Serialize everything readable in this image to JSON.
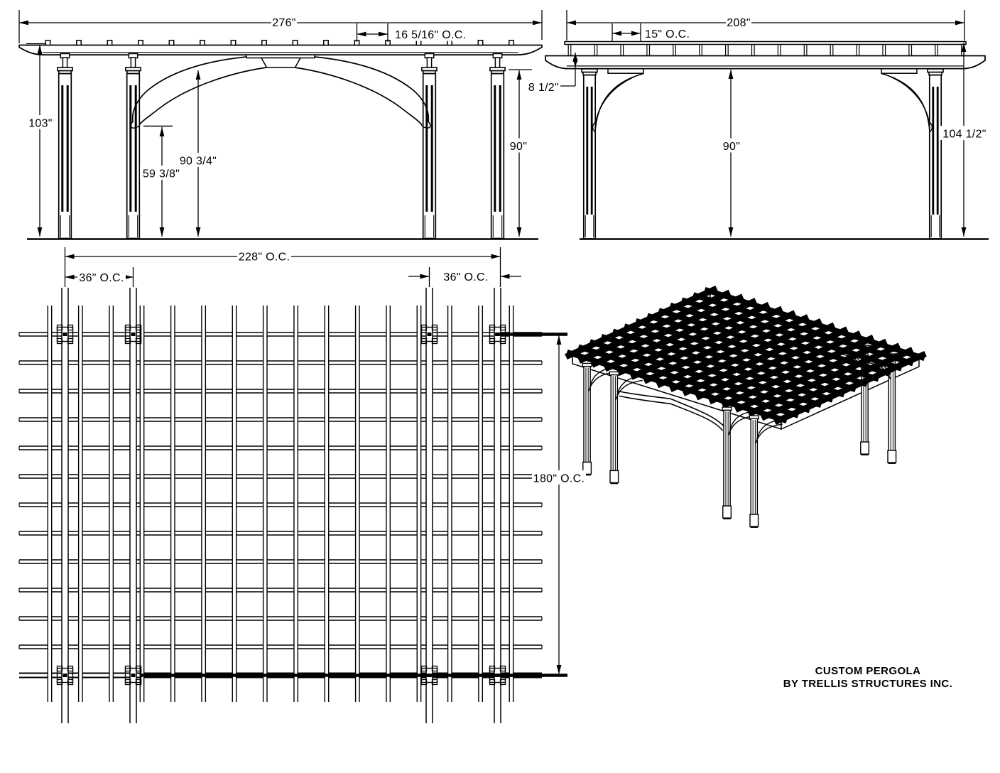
{
  "page": {
    "background": "#ffffff",
    "ink": "#000000"
  },
  "title_block": {
    "line1": "CUSTOM PERGOLA",
    "line2": "BY TRELLIS STRUCTURES INC."
  },
  "front_elevation": {
    "dims": {
      "overall_width": "276\"",
      "rafter_tail_spacing": "16 5/16\" O.C.",
      "overall_height": "103\"",
      "arch_spring_height": "59 3/8\"",
      "arch_clear_height": "90 3/4\"",
      "post_height": "90\"",
      "beam_depth": "8 1/2\""
    }
  },
  "side_elevation": {
    "dims": {
      "overall_width": "208\"",
      "purlin_spacing": "15\" O.C.",
      "post_height": "90\"",
      "overall_height": "104 1/2\""
    }
  },
  "plan_view": {
    "dims": {
      "post_span": "228\" O.C.",
      "left_pair_spacing": "36\" O.C.",
      "right_pair_spacing": "36\" O.C.",
      "depth_span": "180\" O.C."
    }
  }
}
